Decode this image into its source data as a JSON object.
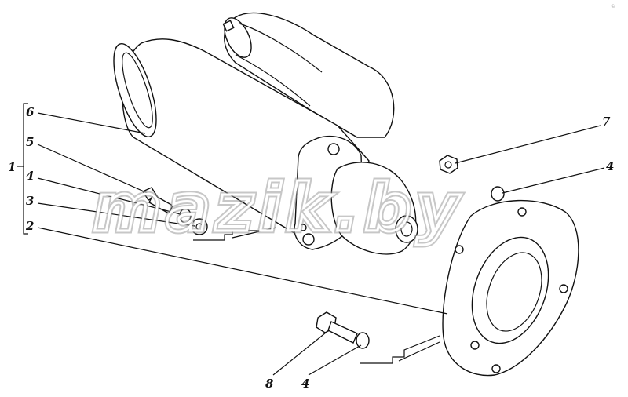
{
  "callouts": {
    "group": "1",
    "c6": "6",
    "c5": "5",
    "c4a": "4",
    "c3": "3",
    "c2": "2",
    "c7": "7",
    "c4b": "4",
    "c8": "8",
    "c4c": "4"
  },
  "watermark": "mazik.by",
  "corner_mark": "©"
}
